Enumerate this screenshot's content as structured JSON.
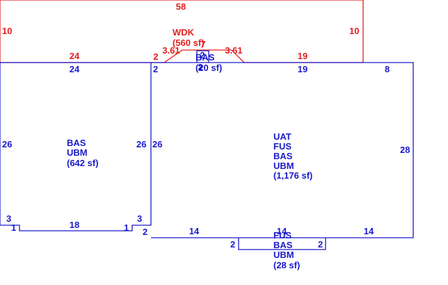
{
  "colors": {
    "main_area": "#1a1acc",
    "deck_area": "#e02020",
    "background": "#ffffff"
  },
  "deck": {
    "area_code": "WDK",
    "area_sf": "(560 sf)",
    "dims": {
      "top": "58",
      "left": "10",
      "right": "10",
      "bottom_left": "24",
      "notch_left": "2",
      "slope_left": "3.61",
      "notch_mid": "7",
      "slope_right": "3.61",
      "bottom_right": "19"
    }
  },
  "bump": {
    "codes": [
      "BAS"
    ],
    "area_sf": "(20 sf)",
    "dims": {
      "top": "2",
      "left": "2"
    }
  },
  "left_block": {
    "codes": [
      "BAS",
      "UBM"
    ],
    "area_sf": "(642 sf)",
    "dims": {
      "top": "24",
      "left": "26",
      "right": "26",
      "bottom_left_side": "3",
      "bottom_left_tab": "1",
      "bottom": "18",
      "bottom_right_tab": "1",
      "bottom_right_side": "3",
      "step": "2"
    }
  },
  "main_block": {
    "codes": [
      "UAT",
      "FUS",
      "BAS",
      "UBM"
    ],
    "area_sf": "(1,176 sf)",
    "dims": {
      "top_left": "2",
      "top": "19",
      "top_right": "8",
      "left": "26",
      "right": "28",
      "bottom_left": "14",
      "bottom_right": "14"
    }
  },
  "porch": {
    "codes": [
      "FUS",
      "BAS",
      "UBM"
    ],
    "area_sf": "(28 sf)",
    "dims": {
      "top": "14",
      "left": "2",
      "right": "2"
    }
  }
}
